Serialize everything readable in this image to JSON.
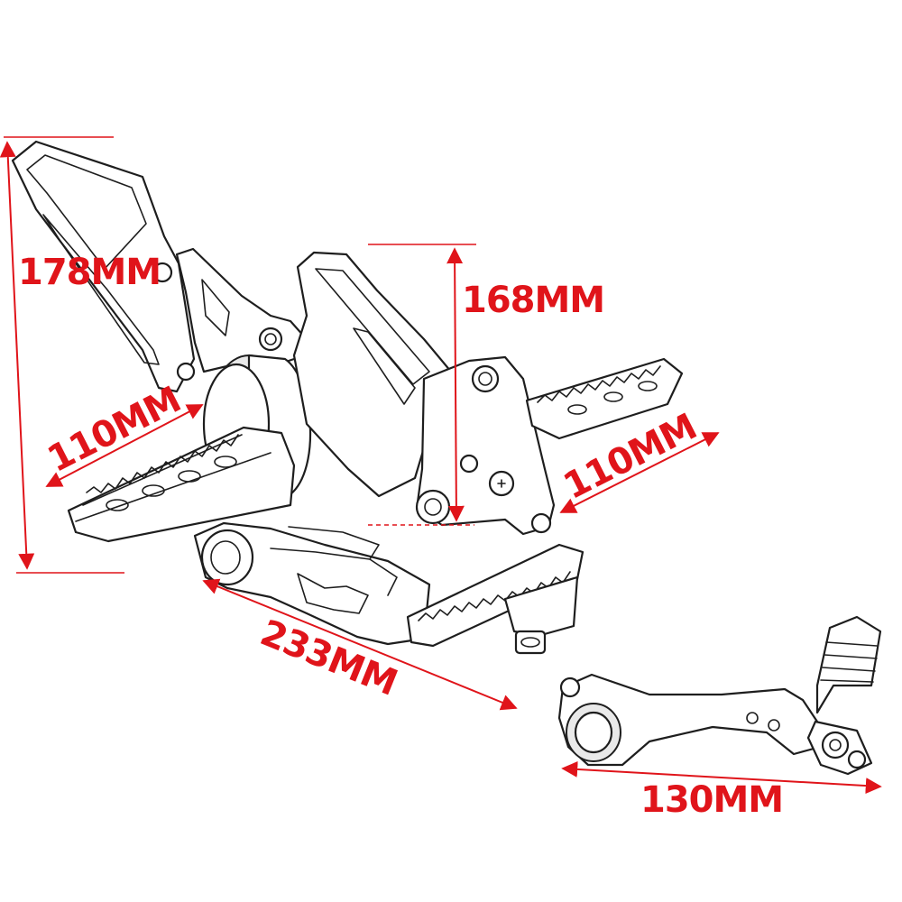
{
  "colors": {
    "dimension": "#e0141a",
    "outline": "#1e1e1e",
    "background": "#ffffff"
  },
  "dimensions": {
    "height_left": "178MM",
    "height_middle": "168MM",
    "peg_left": "110MM",
    "peg_right": "110MM",
    "base_length": "233MM",
    "shifter_length": "130MM"
  },
  "parts": {
    "main": "rearset-assembly",
    "secondary": "shift-lever"
  }
}
